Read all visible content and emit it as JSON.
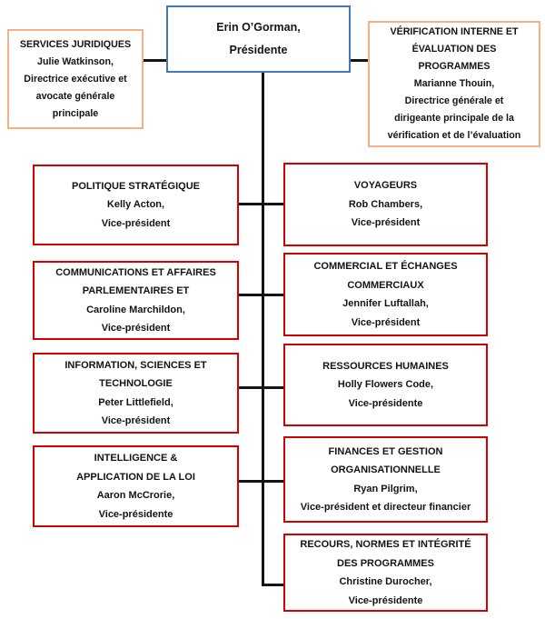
{
  "colors": {
    "president_border": "#4377BC",
    "advisor_border": "#F5B183",
    "vp_border": "#D40000",
    "connector": "#141414",
    "text": "#141414",
    "background": "#FFFFFF"
  },
  "org": {
    "president": {
      "lines": [
        "Erin O’Gorman,",
        "Présidente"
      ]
    },
    "advisors": {
      "services_juridiques": {
        "lines": [
          "SERVICES JURIDIQUES",
          "Julie Watkinson,",
          "Directrice exécutive et",
          "avocate générale",
          "principale"
        ]
      },
      "verification_interne": {
        "lines": [
          "VÉRIFICATION INTERNE ET",
          "ÉVALUATION DES",
          "PROGRAMMES",
          "Marianne Thouin,",
          "Directrice générale et",
          "dirigeante principale de la",
          "vérification et de l’évaluation"
        ]
      }
    },
    "vps_left": {
      "politique_strategique": {
        "lines": [
          "POLITIQUE STRATÉGIQUE",
          "Kelly Acton,",
          "Vice-président"
        ]
      },
      "communications": {
        "lines": [
          "COMMUNICATIONS ET AFFAIRES",
          "PARLEMENTAIRES ET",
          "Caroline Marchildon,",
          "Vice-président"
        ]
      },
      "information_sciences": {
        "lines": [
          "INFORMATION, SCIENCES ET",
          "TECHNOLOGIE",
          "Peter Littlefield,",
          "Vice-président"
        ]
      },
      "intelligence_application": {
        "lines": [
          "INTELLIGENCE &",
          "APPLICATION DE LA LOI",
          "Aaron McCrorie,",
          "Vice-présidente"
        ]
      }
    },
    "vps_right": {
      "voyageurs": {
        "lines": [
          "VOYAGEURS",
          "Rob Chambers,",
          "Vice-président"
        ]
      },
      "commercial_echanges": {
        "lines": [
          "COMMERCIAL ET ÉCHANGES",
          "COMMERCIAUX",
          "Jennifer Luftallah,",
          "Vice-président"
        ]
      },
      "ressources_humaines": {
        "lines": [
          "RESSOURCES HUMAINES",
          "Holly Flowers Code,",
          "Vice-présidente"
        ]
      },
      "finances_gestion": {
        "lines": [
          "FINANCES ET GESTION",
          "ORGANISATIONNELLE",
          "Ryan Pilgrim,",
          "Vice-président et directeur financier"
        ]
      },
      "recours_normes": {
        "lines": [
          "RECOURS, NORMES ET INTÉGRITÉ",
          "DES PROGRAMMES",
          "Christine Durocher,",
          "Vice-présidente"
        ]
      }
    }
  }
}
